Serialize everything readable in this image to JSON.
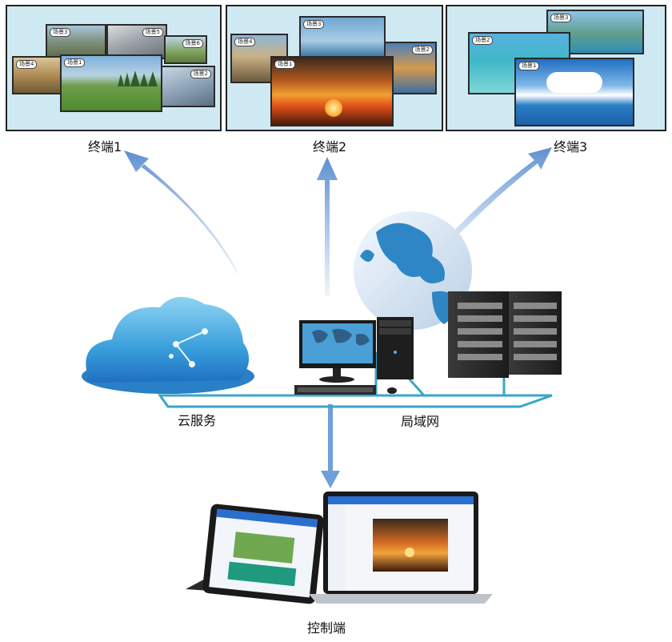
{
  "terminals": [
    {
      "label": "终端1",
      "scenes": [
        "场景3",
        "场景5",
        "场景6",
        "场景4",
        "场景1",
        "场景2"
      ]
    },
    {
      "label": "终端2",
      "scenes": [
        "场景3",
        "场景4",
        "场景2",
        "场景1"
      ]
    },
    {
      "label": "终端3",
      "scenes": [
        "场景3",
        "场景2",
        "场景1"
      ]
    }
  ],
  "nodes": {
    "cloud": "云服务",
    "lan": "局域网",
    "control": "控制端"
  },
  "colors": {
    "arrow": "#6f9fd8",
    "network_line": "#3aa6c9",
    "panel_bg": "#cfe9f2"
  }
}
